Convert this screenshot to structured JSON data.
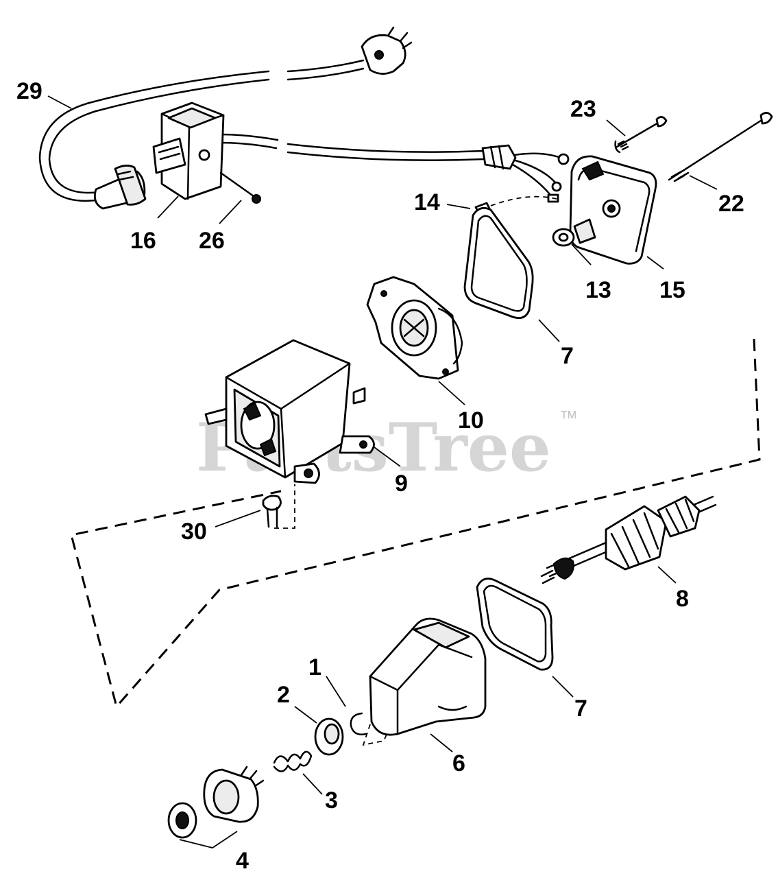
{
  "watermark": {
    "brand": "PartsTree",
    "trademark": "TM"
  },
  "callouts": [
    {
      "id": "c29",
      "text": "29",
      "part": "power-cord"
    },
    {
      "id": "c16",
      "text": "16",
      "part": "switch-box"
    },
    {
      "id": "c26",
      "text": "26",
      "part": "switch-screw"
    },
    {
      "id": "c23",
      "text": "23",
      "part": "through-bolt-short"
    },
    {
      "id": "c22",
      "text": "22",
      "part": "through-bolt-long"
    },
    {
      "id": "c14",
      "text": "14",
      "part": "small-screw"
    },
    {
      "id": "c13",
      "text": "13",
      "part": "washer"
    },
    {
      "id": "c15",
      "text": "15",
      "part": "end-cap"
    },
    {
      "id": "c7a",
      "text": "7",
      "part": "gasket-upper"
    },
    {
      "id": "c10",
      "text": "10",
      "part": "brush-plate"
    },
    {
      "id": "c9",
      "text": "9",
      "part": "motor-housing"
    },
    {
      "id": "c30",
      "text": "30",
      "part": "mounting-screw"
    },
    {
      "id": "c8",
      "text": "8",
      "part": "armature"
    },
    {
      "id": "c7b",
      "text": "7",
      "part": "gasket-lower"
    },
    {
      "id": "c1",
      "text": "1",
      "part": "retaining-ring"
    },
    {
      "id": "c2",
      "text": "2",
      "part": "spring-retainer"
    },
    {
      "id": "c3",
      "text": "3",
      "part": "spring"
    },
    {
      "id": "c4",
      "text": "4",
      "part": "drive-pinion"
    },
    {
      "id": "c6",
      "text": "6",
      "part": "drive-end-cap"
    }
  ]
}
